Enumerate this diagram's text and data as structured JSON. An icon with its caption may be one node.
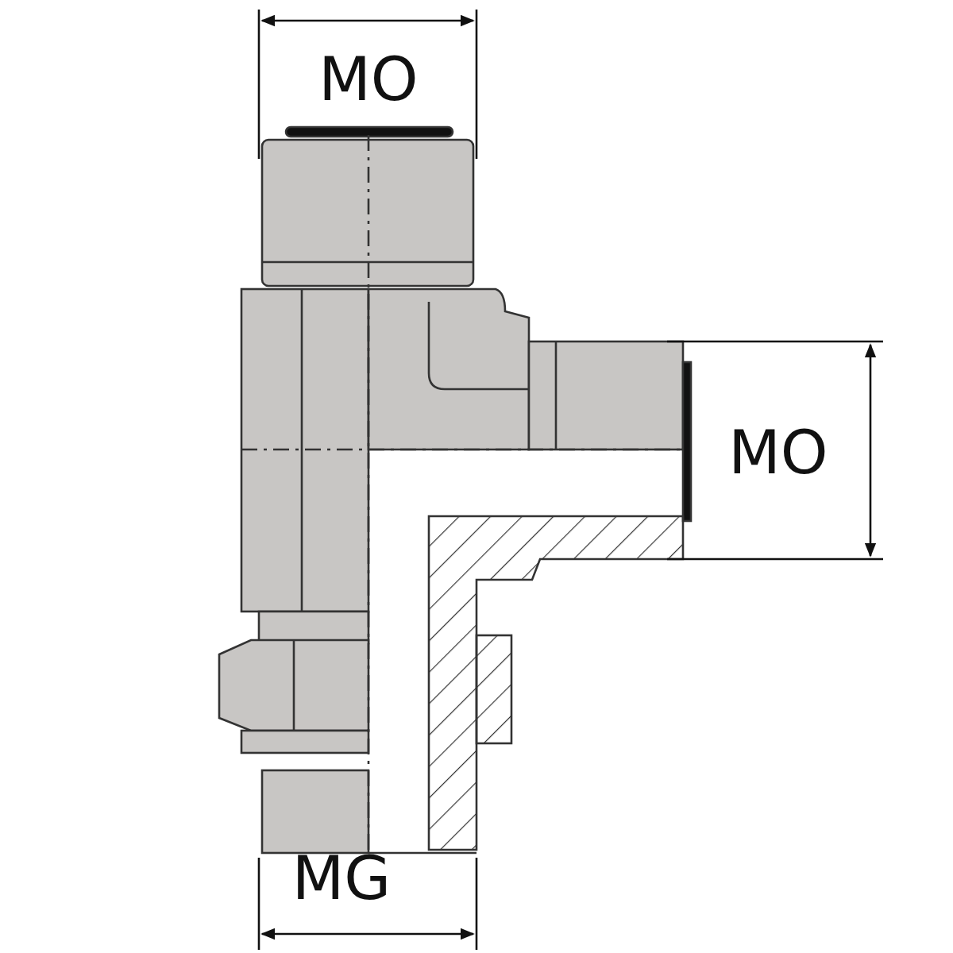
{
  "diagram": {
    "labels": [
      "MO",
      "MO",
      "MG"
    ]
  }
}
